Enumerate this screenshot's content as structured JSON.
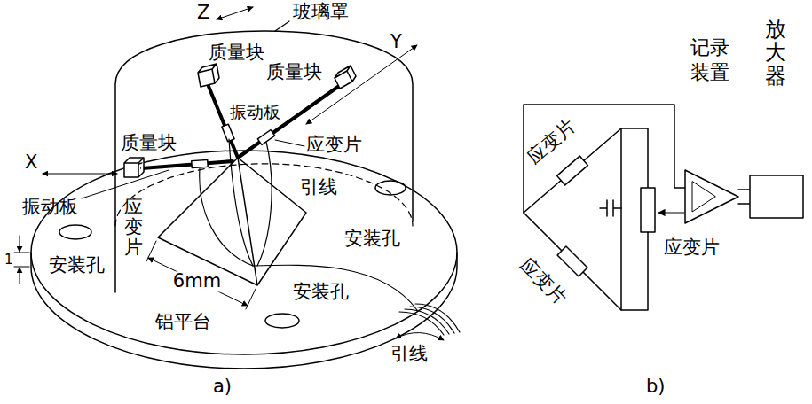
{
  "diagram": {
    "labels": [
      "Z",
      "玻璃罩",
      "质量块",
      "Y",
      "质量块",
      "振动板",
      "应变片",
      "质量块",
      "X",
      "引线",
      "振动板",
      "应变片",
      "安装孔",
      "1",
      "安装孔",
      "6mm",
      "安装孔",
      "铝平台",
      "引线",
      "a)",
      "应变片",
      "记录装置",
      "放大器",
      "应变片",
      "应变片",
      "b)"
    ]
  }
}
